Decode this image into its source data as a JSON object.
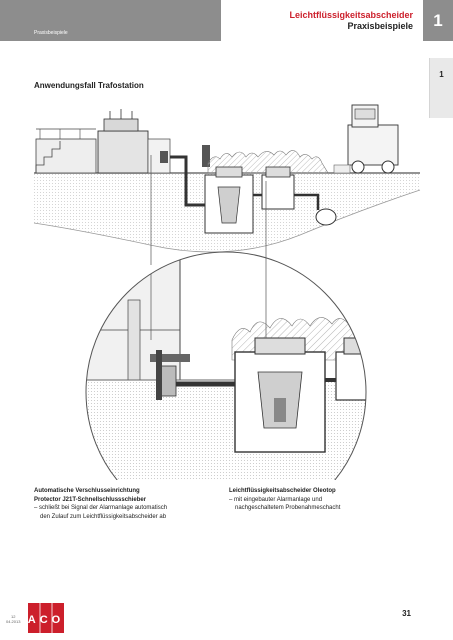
{
  "header": {
    "breadcrumb": "Praxisbeispiele",
    "product_title": "Leichtflüssigkeitsabscheider",
    "section_title": "Praxisbeispiele",
    "chapter_number": "1",
    "accent_color": "#cc1f2b",
    "bar_color": "#8d8d8d"
  },
  "side_tab": {
    "number": "1"
  },
  "content": {
    "heading": "Anwendungsfall Trafostation",
    "illustration_icon": "installation-cross-section",
    "detail_icon": "magnified-detail-circle"
  },
  "captions": {
    "left": {
      "title_line1": "Automatische Verschlusseinrichtung",
      "title_line2": "Protector J21T-Schnellschlussschieber",
      "desc_line1": "– schließt bei Signal der Alarmanlage automatisch",
      "desc_line2": "den Zulauf zum Leichtflüssigkeitsabscheider ab"
    },
    "right": {
      "title_line1": "Leichtflüssigkeitsabscheider Oleotop",
      "desc_line1": "– mit eingebauter Alarmanlage und",
      "desc_line2": "nachgeschaltetem Probenahmeschacht"
    }
  },
  "footer": {
    "page_number": "31",
    "meta_line1": "12",
    "meta_line2": "04.2013",
    "logo_text": "ACO",
    "logo_color": "#cc1f2b"
  }
}
